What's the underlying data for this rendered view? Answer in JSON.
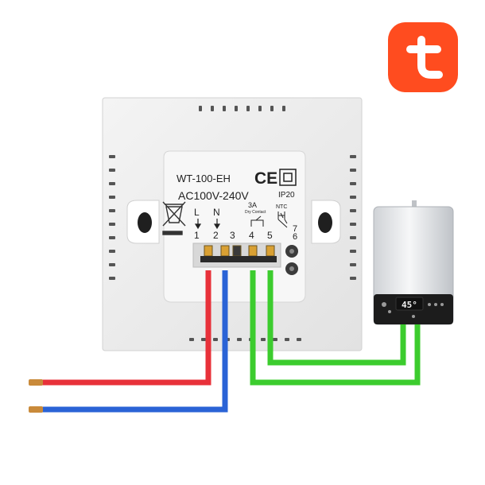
{
  "brand": {
    "logo_letter": "t",
    "logo_color": "#ff4c1f"
  },
  "thermostat": {
    "model": "WT-100-EH",
    "ce_mark": "CE",
    "voltage": "AC100V-240V",
    "ip_rating": "IP20",
    "relay_rating": "3A",
    "dry_contact": "Dry Contact",
    "ntc_label": "NTC",
    "line_label": "L",
    "neutral_label": "N",
    "terminals": [
      "1",
      "2",
      "3",
      "4",
      "5",
      "6",
      "7"
    ]
  },
  "heater": {
    "display_value": "45°"
  },
  "colors": {
    "live_wire": "#e8313a",
    "neutral_wire": "#2a63d6",
    "contact_wire": "#3ccc2e",
    "wire_tip": "#c98a3a",
    "panel": "#ececec"
  }
}
